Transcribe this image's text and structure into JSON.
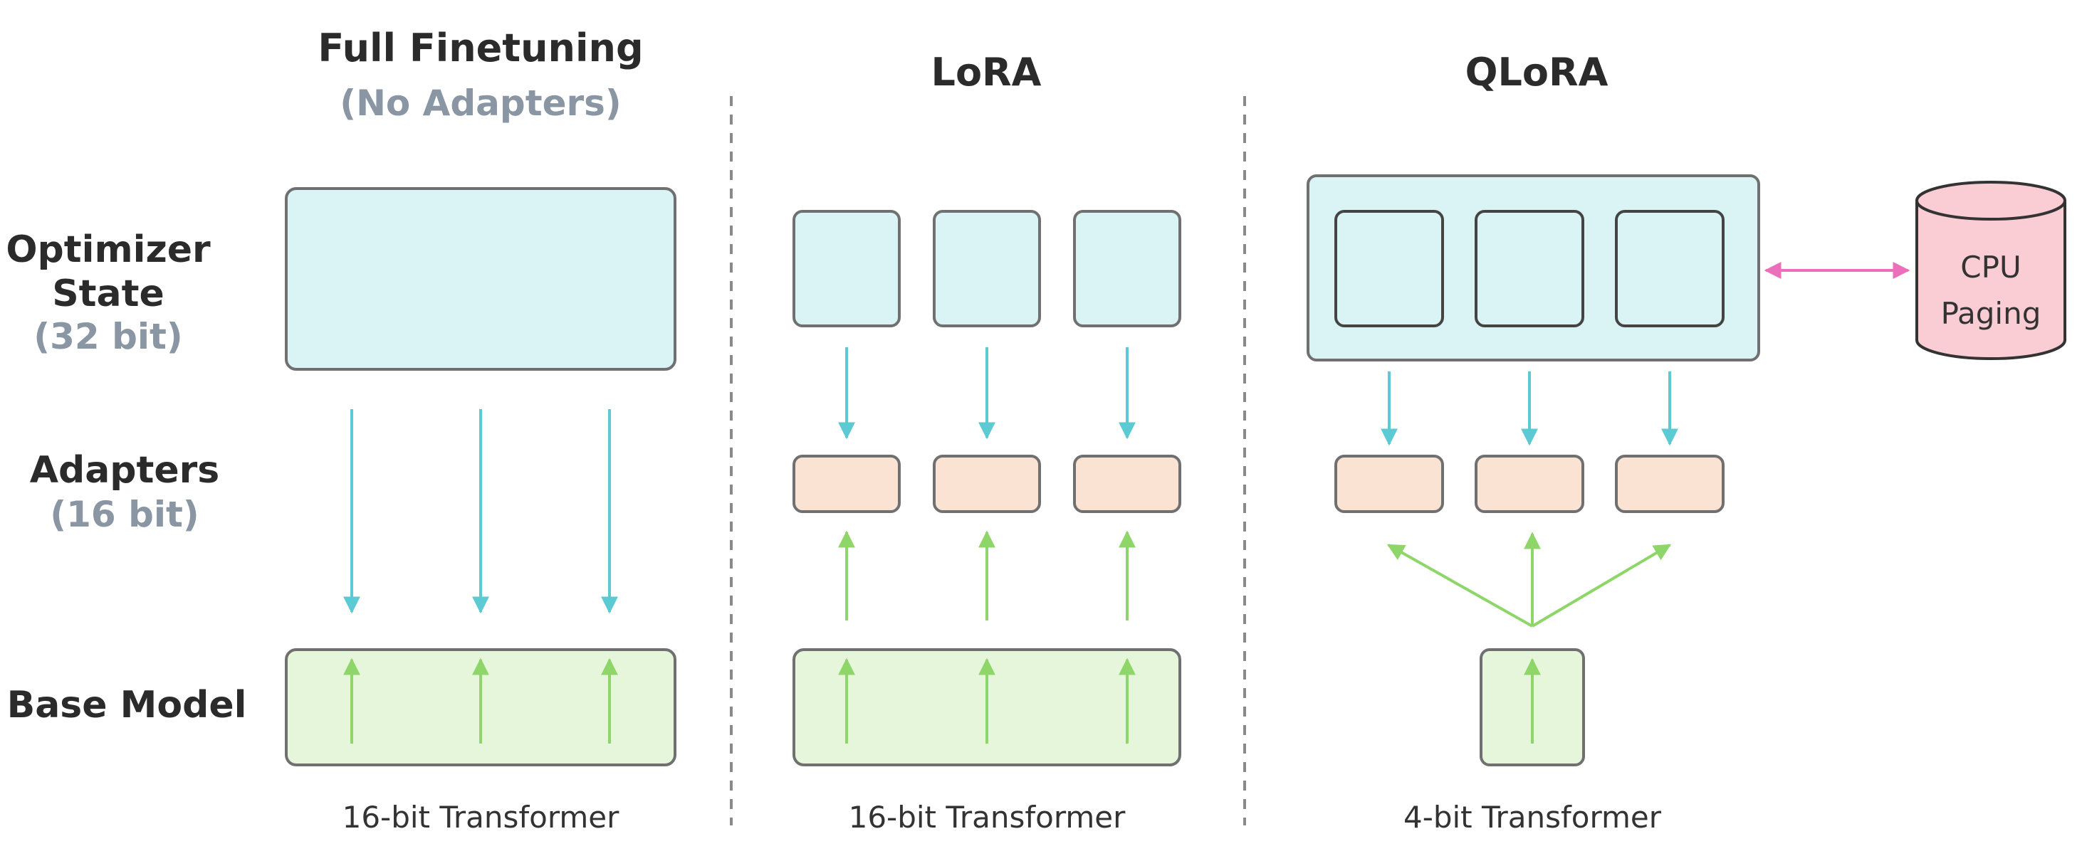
{
  "columns": {
    "full": {
      "title": "Full Finetuning",
      "subtitle": "(No Adapters)",
      "caption": "16-bit Transformer"
    },
    "lora": {
      "title": "LoRA",
      "caption": "16-bit Transformer"
    },
    "qlora": {
      "title": "QLoRA",
      "caption": "4-bit Transformer"
    }
  },
  "rows": {
    "optimizer": {
      "line1": "Optimizer",
      "line2": "State",
      "sub": "(32 bit)"
    },
    "adapters": {
      "line1": "Adapters",
      "sub": "(16 bit)"
    },
    "base": {
      "line1": "Base Model"
    }
  },
  "cpu": {
    "line1": "CPU",
    "line2": "Paging"
  },
  "colors": {
    "optimizer_fill": "#daf4f5",
    "adapter_fill": "#fae3d3",
    "base_fill": "#e6f6da",
    "stroke": "#707070",
    "optimizer_arrow": "#5ccad2",
    "base_arrow": "#8fd66a",
    "paging_arrow": "#ec6fbc",
    "cpu_fill": "#f9cdd3",
    "divider": "#8a8a8a"
  }
}
